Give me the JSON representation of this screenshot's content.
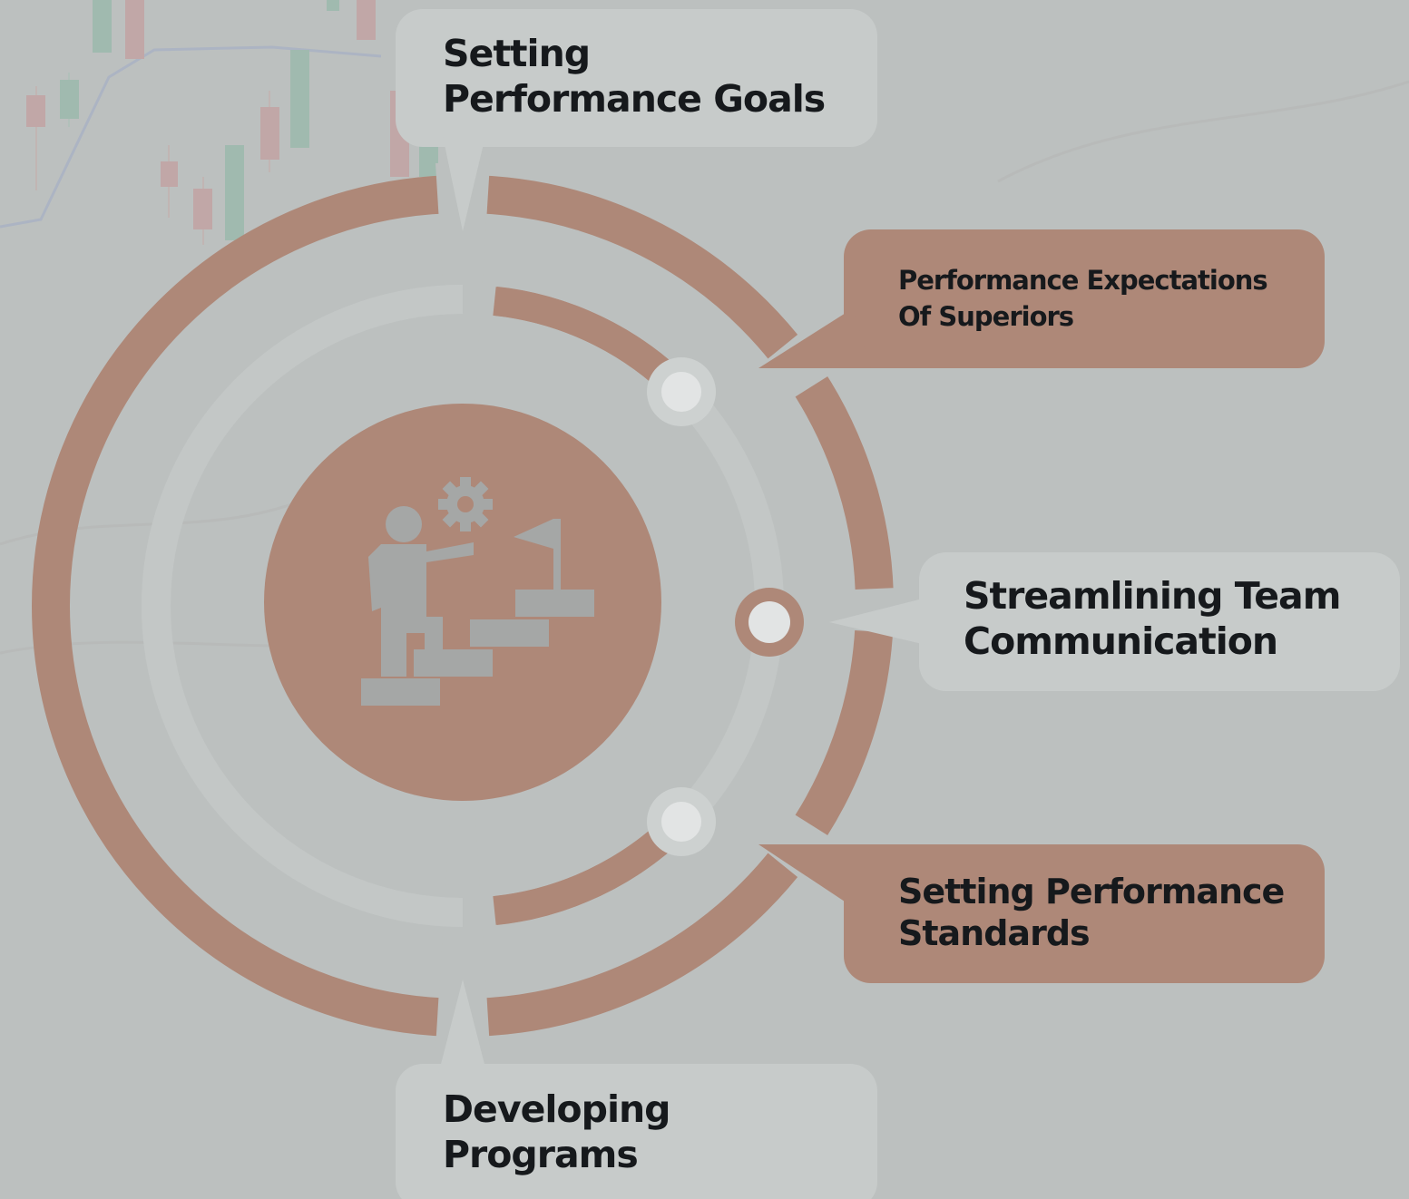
{
  "colors": {
    "background": "#bcc0bf",
    "accent": "#ae8878",
    "light_panel": "#c7cbca",
    "inner_ring_light": "#c3c7c6",
    "icon_gray": "#a5a7a6",
    "node_fill": "#e2e4e4",
    "node_halo": "#cdd1d0",
    "text": "#16191c"
  },
  "center": {
    "icon": "person-climbing-stairs-to-flag-with-gear-icon"
  },
  "callouts": {
    "top": {
      "lines": [
        "Setting",
        "Performance Goals"
      ]
    },
    "upper_right": {
      "lines": [
        "Performance Expectations",
        "Of Superiors"
      ]
    },
    "right": {
      "lines": [
        "Streamlining Team",
        "Communication"
      ]
    },
    "lower_right": {
      "lines": [
        "Setting Performance",
        "Standards"
      ]
    },
    "bottom": {
      "lines": [
        "Developing",
        "Programs"
      ]
    }
  }
}
